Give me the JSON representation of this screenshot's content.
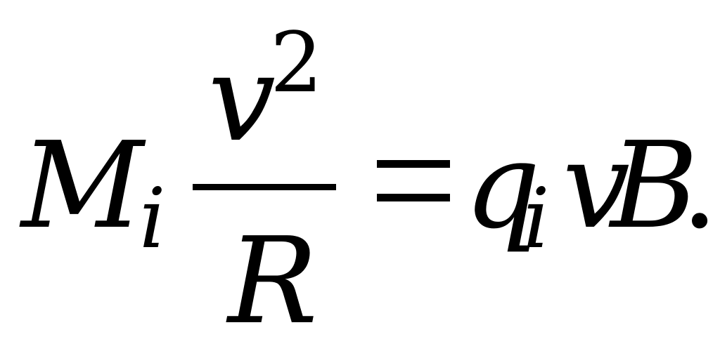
{
  "equation": {
    "lhs_symbol": "M",
    "lhs_subscript": "i",
    "numerator_base": "v",
    "numerator_exponent": "2",
    "denominator": "R",
    "equals": "=",
    "rhs_symbol": "q",
    "rhs_subscript": "i",
    "rhs_velocity": "v",
    "rhs_field": "B",
    "terminator": "."
  }
}
